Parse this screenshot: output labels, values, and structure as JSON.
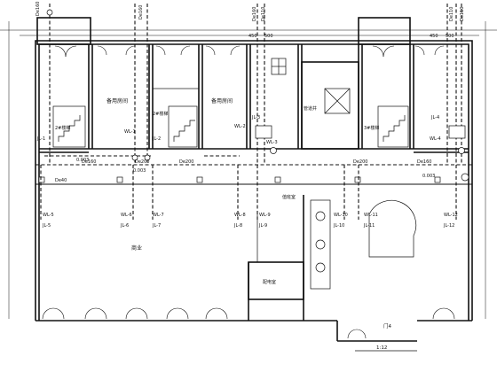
{
  "drawing": {
    "room_labels": {
      "spare_room_left": "备用房间",
      "spare_room_mid": "备用房间",
      "stair_2_left": "2#楼梯",
      "stair_2_mid": "2#楼梯",
      "stair_3": "3#楼梯",
      "shop": "商业",
      "shaft": "管道井",
      "electric_room": "配电室",
      "fire_room": "值班室"
    },
    "top_labels": {
      "dim_450_left": "450",
      "dim_500_left": "500",
      "dim_450_right": "450",
      "dim_500_right": "500",
      "pipe_de160_a": "De160",
      "pipe_de160_b": "De160",
      "pipe_de160_c": "De160",
      "pipe_de110_a": "De110",
      "pipe_de110_b": "De110",
      "pipe_de110_c": "De110"
    },
    "riser_labels": {
      "jl1": "JL-1",
      "jl2": "JL-2",
      "jl3": "JL-3",
      "jl4": "JL-4",
      "wl1": "WL-1",
      "wl2": "WL-2",
      "wl3": "WL-3",
      "wl4": "WL-4",
      "jl5": "JL-5",
      "wl5": "WL-5",
      "jl6": "JL-6",
      "wl6": "WL-6",
      "jl7": "JL-7",
      "wl7": "WL-7",
      "jl8": "JL-8",
      "wl8": "WL-8",
      "jl9": "JL-9",
      "wl9": "WL-9",
      "jl10": "JL-10",
      "wl10": "WL-10",
      "jl11": "JL-11",
      "wl11": "WL-11",
      "jl12": "JL-12",
      "wl12": "WL-12"
    },
    "main_labels": {
      "de160_left": "De160",
      "de160_right": "De160",
      "de200_a": "De200",
      "de200_b": "De200",
      "de200_c": "De200",
      "de40": "De40",
      "slope_a": "0.003",
      "slope_b": "0.003",
      "slope_c": "0.003"
    },
    "bottom_labels": {
      "door_label": "门4",
      "scale": "1:12"
    }
  }
}
